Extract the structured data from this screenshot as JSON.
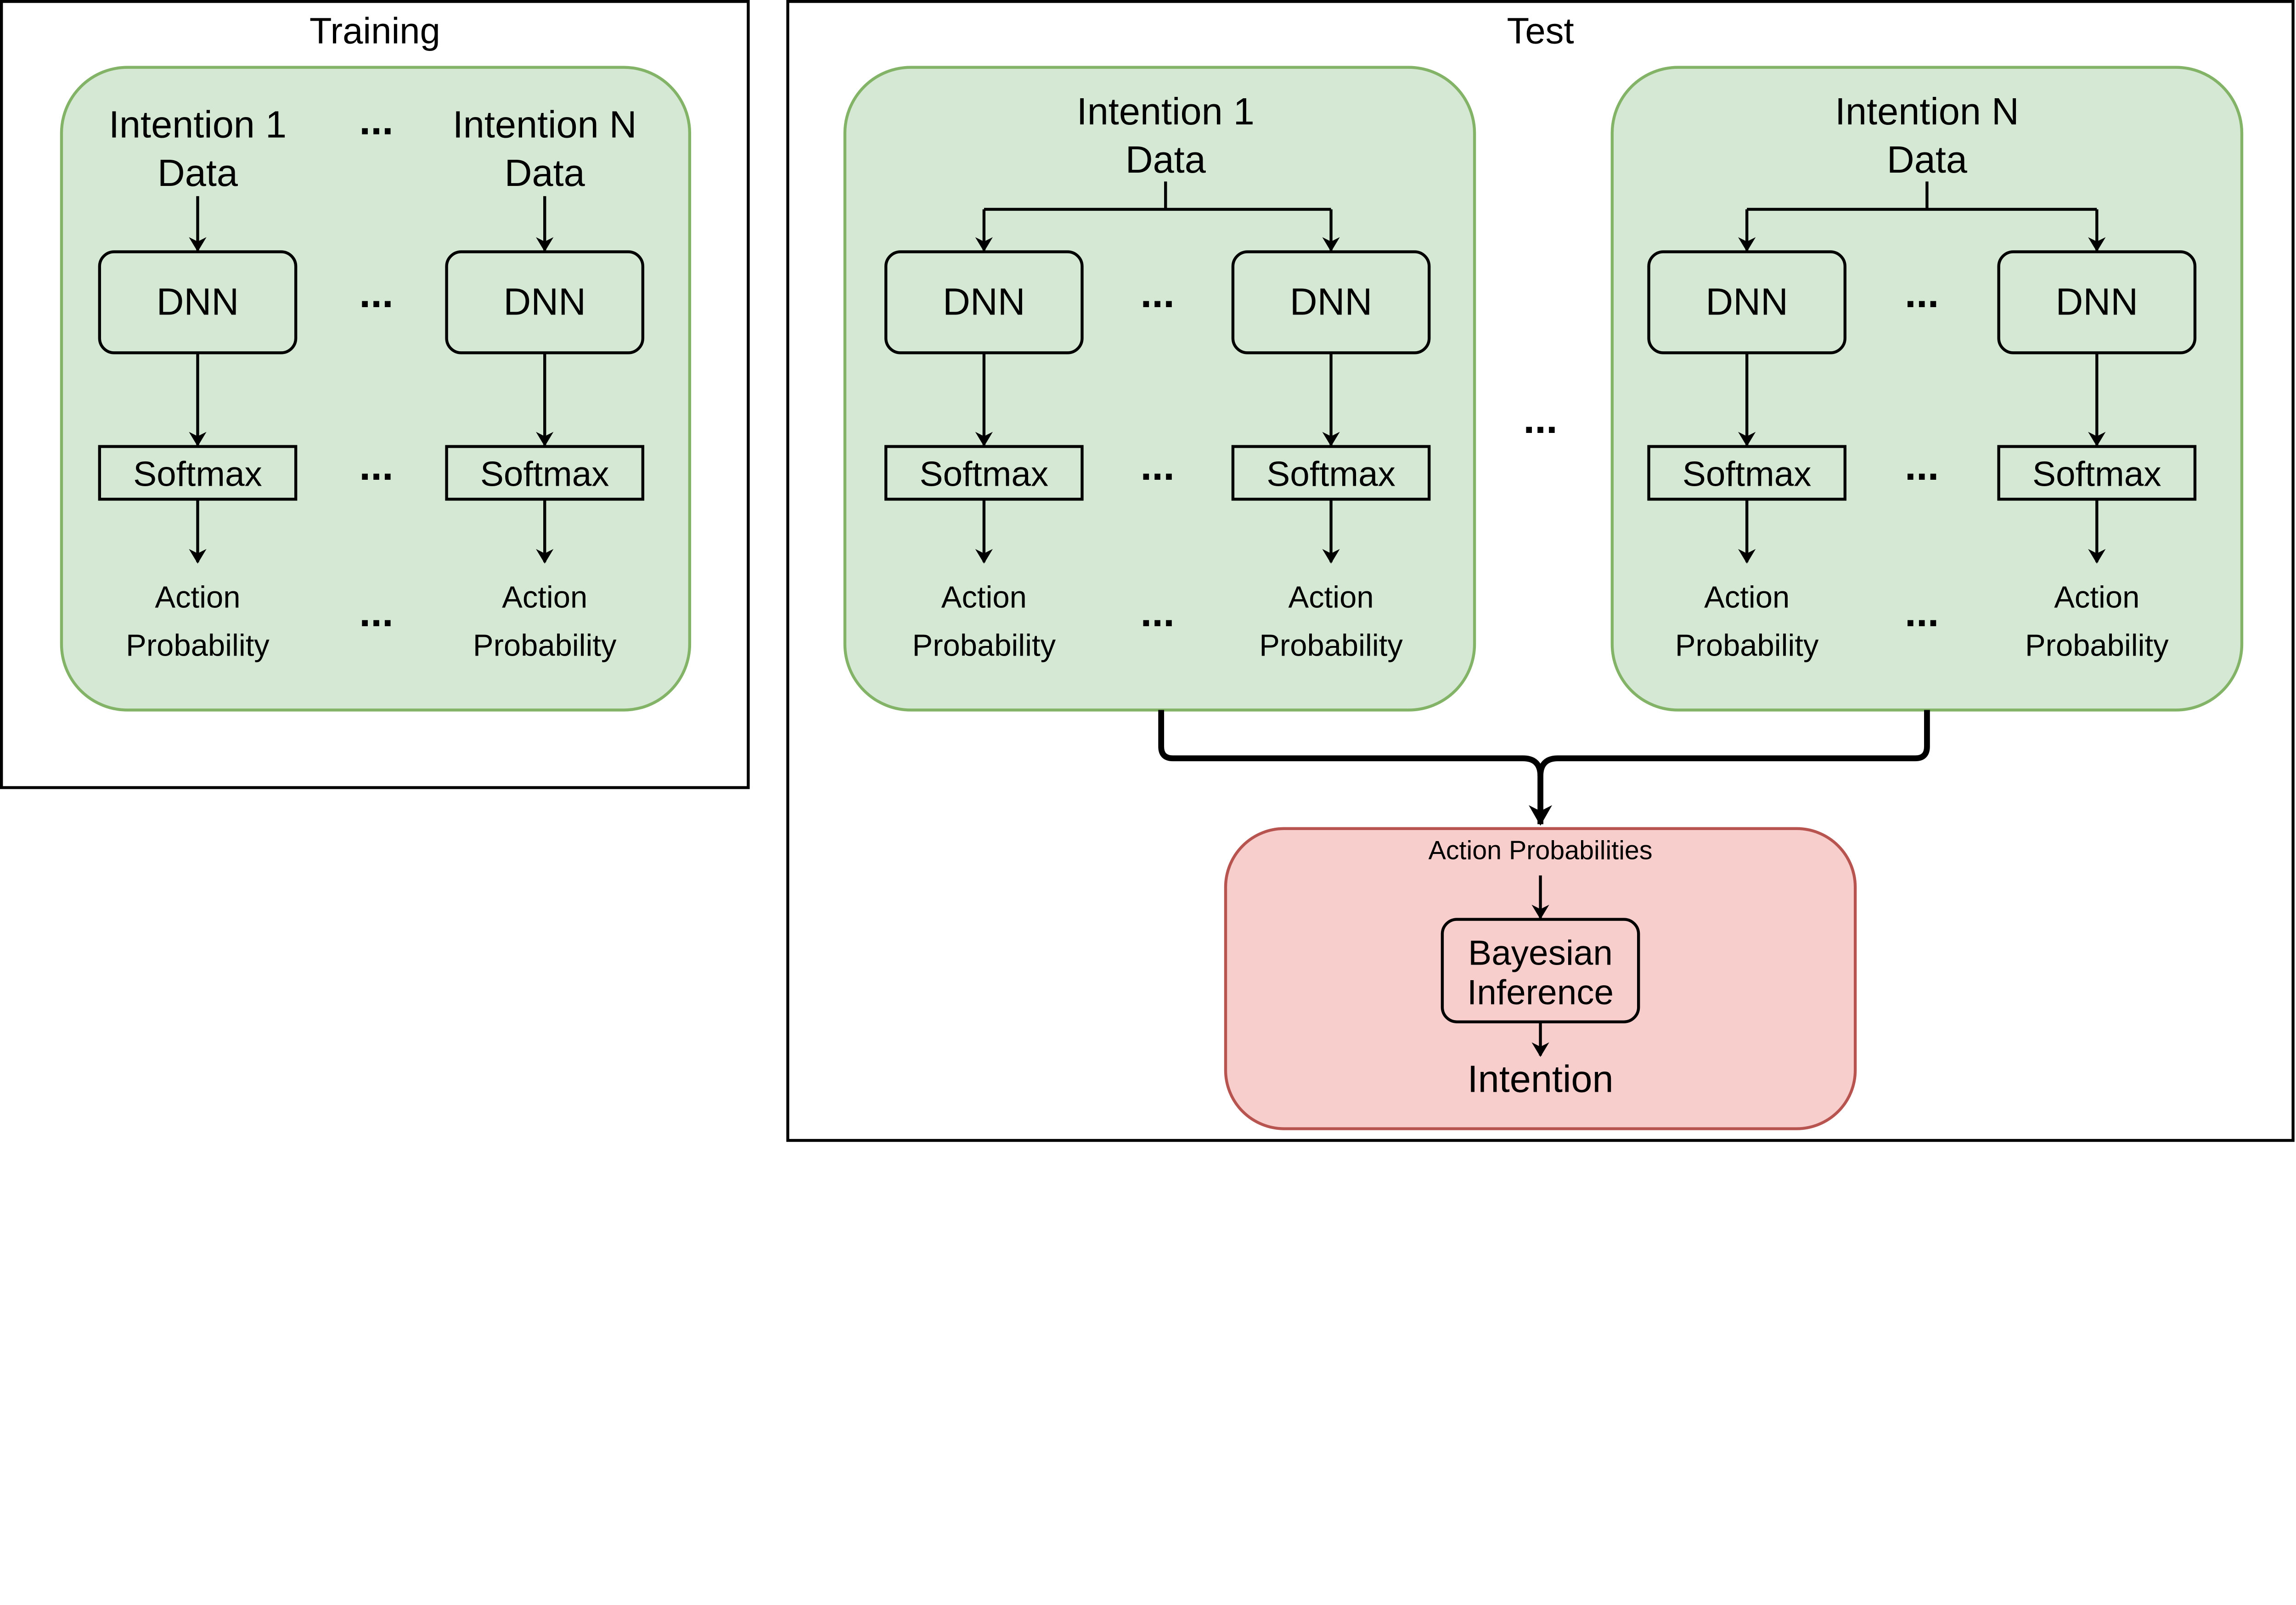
{
  "colors": {
    "green_fill": "#d5e8d4",
    "green_stroke": "#82b366",
    "red_fill": "#f8cecc",
    "red_stroke": "#b85450"
  },
  "ellipsis": "...",
  "training": {
    "title": "Training",
    "columns": [
      {
        "line1": "Intention 1",
        "line2": "Data",
        "dnn": "DNN",
        "softmax": "Softmax",
        "out1": "Action",
        "out2": "Probability"
      },
      {
        "line1": "Intention N",
        "line2": "Data",
        "dnn": "DNN",
        "softmax": "Softmax",
        "out1": "Action",
        "out2": "Probability"
      }
    ]
  },
  "test": {
    "title": "Test",
    "groups": [
      {
        "line1": "Intention 1",
        "line2": "Data",
        "columns": [
          {
            "dnn": "DNN",
            "softmax": "Softmax",
            "out1": "Action",
            "out2": "Probability"
          },
          {
            "dnn": "DNN",
            "softmax": "Softmax",
            "out1": "Action",
            "out2": "Probability"
          }
        ]
      },
      {
        "line1": "Intention N",
        "line2": "Data",
        "columns": [
          {
            "dnn": "DNN",
            "softmax": "Softmax",
            "out1": "Action",
            "out2": "Probability"
          },
          {
            "dnn": "DNN",
            "softmax": "Softmax",
            "out1": "Action",
            "out2": "Probability"
          }
        ]
      }
    ],
    "inference": {
      "input": "Action Probabilities",
      "box_line1": "Bayesian",
      "box_line2": "Inference",
      "output": "Intention"
    }
  }
}
